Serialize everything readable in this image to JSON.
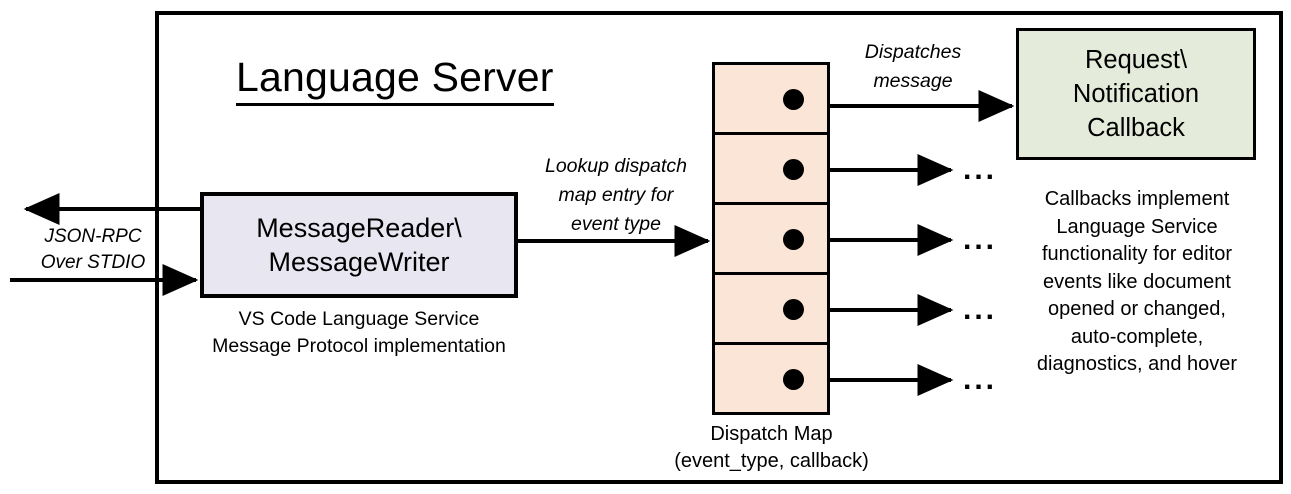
{
  "diagram": {
    "title": "Language Server",
    "frame_border_color": "#000000",
    "background": "#ffffff"
  },
  "external_io": {
    "label_line1": "JSON-RPC",
    "label_line2": "Over STDIO",
    "outbound_arrow_name": "json-rpc-out-arrow",
    "inbound_arrow_name": "json-rpc-in-arrow"
  },
  "message_layer": {
    "box_line1": "MessageReader\\",
    "box_line2": "MessageWriter",
    "box_fill": "#e8e6f0",
    "caption_line1": "VS Code Language Service",
    "caption_line2": "Message Protocol implementation"
  },
  "lookup_edge": {
    "line1": "Lookup dispatch",
    "line2": "map entry for",
    "line3": "event type"
  },
  "dispatch_map": {
    "caption_line1": "Dispatch Map",
    "caption_line2": "(event_type, callback)",
    "cell_fill": "#fbe5d6",
    "rows": [
      {
        "dot": "callback-pointer-dot",
        "trailing": ""
      },
      {
        "dot": "callback-pointer-dot",
        "trailing": "..."
      },
      {
        "dot": "callback-pointer-dot",
        "trailing": "..."
      },
      {
        "dot": "callback-pointer-dot",
        "trailing": "..."
      },
      {
        "dot": "callback-pointer-dot",
        "trailing": "..."
      }
    ]
  },
  "dispatch_edge": {
    "line1": "Dispatches",
    "line2": "message"
  },
  "callback": {
    "box_line1": "Request\\",
    "box_line2": "Notification",
    "box_line3": "Callback",
    "box_fill": "#e5ebdb",
    "caption_line1": "Callbacks implement",
    "caption_line2": "Language Service",
    "caption_line3": "functionality for editor",
    "caption_line4": "events like document",
    "caption_line5": "opened or changed,",
    "caption_line6": "auto-complete,",
    "caption_line7": "diagnostics, and hover"
  }
}
